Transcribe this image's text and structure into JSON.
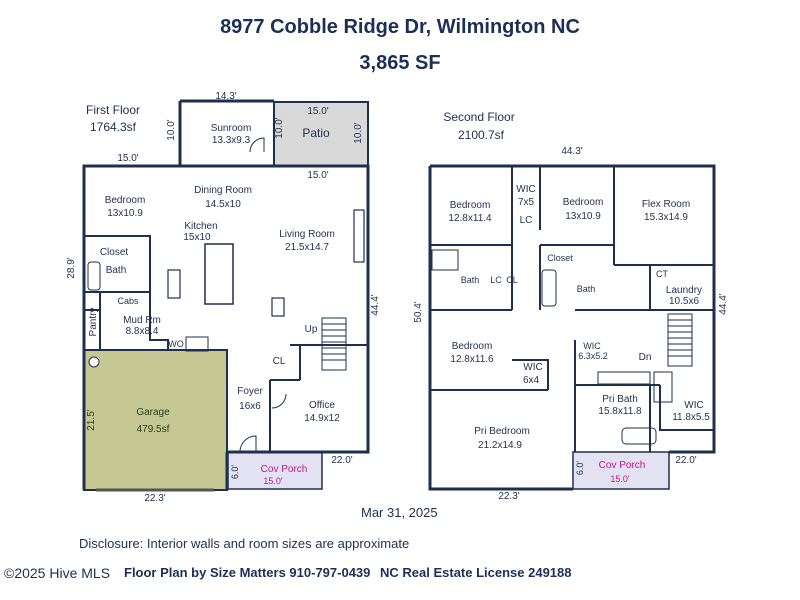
{
  "header": {
    "address": "8977 Cobble Ridge Dr, Wilmington NC",
    "total_sf": "3,865 SF"
  },
  "first_floor": {
    "title": "First Floor",
    "area": "1764.3sf",
    "dims": {
      "top_14_3": "14.3'",
      "patio_15": "15.0'",
      "sunroom_side": "10.0'",
      "patio_left": "10.0'",
      "patio_right": "10.0'",
      "mid_15_left": "15.0'",
      "mid_15_right": "15.0'",
      "left_28_9": "28.9'",
      "right_44_4": "44.4'",
      "garage_21_5": "21.5'",
      "bottom_22_3": "22.3'",
      "porch_22": "22.0'",
      "porch_6": "6.0'",
      "porch_15": "15.0'"
    },
    "rooms": {
      "sunroom": "Sunroom",
      "sunroom_dim": "13.3x9.3",
      "patio": "Patio",
      "bedroom": "Bedroom",
      "bedroom_dim": "13x10.9",
      "dining": "Dining Room",
      "dining_dim": "14.5x10",
      "kitchen": "Kitchen",
      "kitchen_dim": "15x10",
      "living": "Living Room",
      "living_dim": "21.5x14.7",
      "closet": "Closet",
      "bath": "Bath",
      "cabs": "Cabs",
      "pantry": "Pantry",
      "mudrm": "Mud Rm",
      "mudrm_dim": "8.8x8.4",
      "wo": "WO",
      "up": "Up",
      "cl": "CL",
      "garage": "Garage",
      "garage_area": "479.5sf",
      "foyer": "Foyer",
      "foyer_dim": "16x6",
      "office": "Office",
      "office_dim": "14.9x12",
      "cov_porch": "Cov Porch"
    }
  },
  "second_floor": {
    "title": "Second Floor",
    "area": "2100.7sf",
    "dims": {
      "top_44_3": "44.3'",
      "left_50_4": "50.4'",
      "right_44_4": "44.4'",
      "bottom_22_3": "22.3'",
      "porch_22": "22.0'",
      "porch_6": "6.0'",
      "porch_15": "15.0'"
    },
    "rooms": {
      "bedroom1": "Bedroom",
      "bedroom1_dim": "12.8x11.4",
      "wic1": "WIC",
      "wic1_dim": "7x5",
      "lc": "LC",
      "bedroom2": "Bedroom",
      "bedroom2_dim": "13x10.9",
      "flex": "Flex Room",
      "flex_dim": "15.3x14.9",
      "bath1": "Bath",
      "lc2": "LC",
      "cl": "CL",
      "closet": "Closet",
      "bath2": "Bath",
      "ct": "CT",
      "laundry": "Laundry",
      "laundry_dim": "10.5x6",
      "bedroom3": "Bedroom",
      "bedroom3_dim": "12.8x11.6",
      "wic2": "WIC",
      "wic2_dim": "6x4",
      "wic3": "WIC",
      "wic3_dim": "6.3x5.2",
      "dn": "Dn",
      "pri_bath": "Pri Bath",
      "pri_bath_dim": "15.8x11.8",
      "wic4": "WIC",
      "wic4_dim": "11.8x5.5",
      "pri_bedroom": "Pri Bedroom",
      "pri_bedroom_dim": "21.2x14.9",
      "cov_porch": "Cov Porch"
    }
  },
  "footer": {
    "date": "Mar 31, 2025",
    "disclosure": "Disclosure: Interior walls and room sizes are approximate",
    "watermark": "©2025 Hive MLS",
    "credit": "Floor Plan by Size Matters 910-797-0439",
    "license": "NC Real Estate License 249188"
  },
  "colors": {
    "wall": "#1f2f4f",
    "garage_fill": "#c6c893",
    "patio_fill": "#d9d9d9",
    "porch_fill": "#e2e2f2",
    "porch_text": "#c0178f",
    "garage_text": "#2d3b1d"
  }
}
